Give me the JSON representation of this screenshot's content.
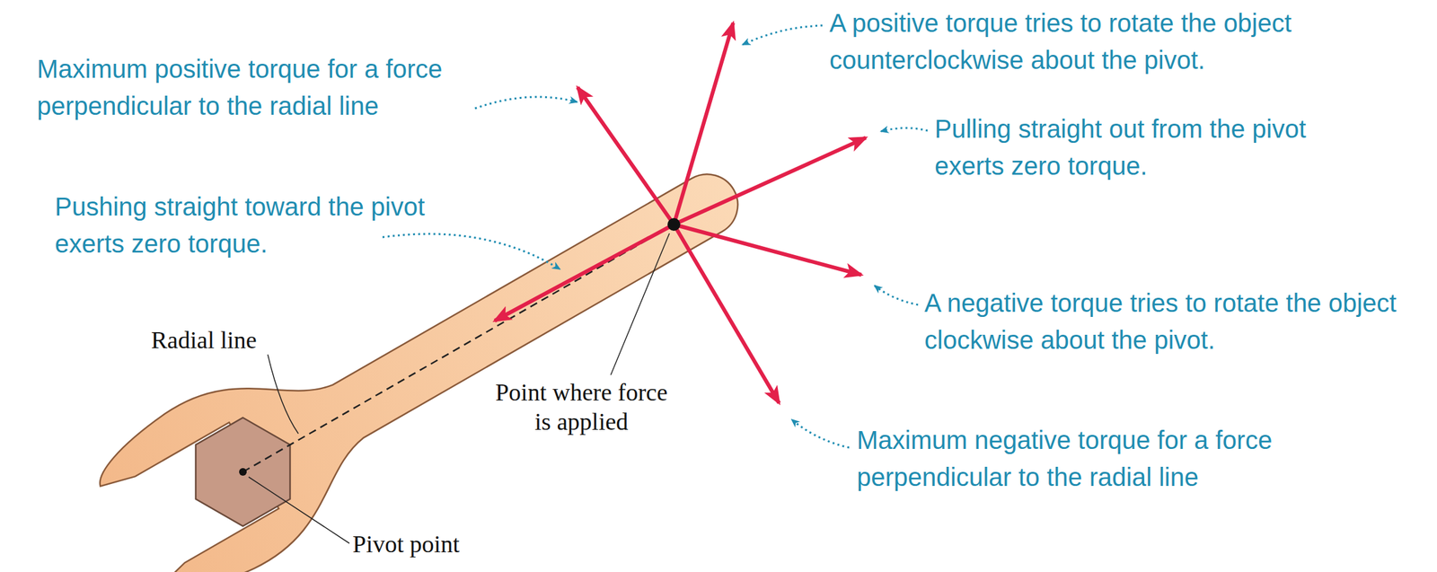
{
  "diagram": {
    "labels": [
      "Maximum positive torque for a force perpendicular to the radial line",
      "A positive torque tries to rotate the object counterclockwise about the pivot.",
      "Pulling straight out from the pivot exerts zero torque.",
      "Pushing straight toward the pivot exerts zero torque.",
      "A negative torque tries to rotate the object clockwise about the pivot.",
      "Radial line",
      "Point where force is applied",
      "Maximum negative torque for a force perpendicular to the radial line",
      "Pivot point"
    ]
  }
}
